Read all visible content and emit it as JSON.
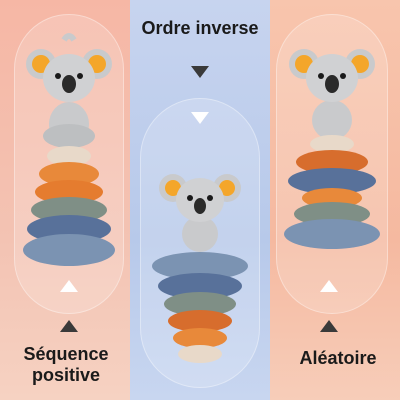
{
  "labels": {
    "top": "Ordre inverse",
    "left_line1": "Séquence",
    "left_line2": "positive",
    "right": "Aléatoire"
  },
  "colors": {
    "koala_grey": "#bfc0c2",
    "ear_inner": "#f4a62a",
    "ring_blue": "#6f8aa9",
    "ring_navy": "#58719a",
    "ring_sage": "#7f8f86",
    "ring_orange": "#e8893a",
    "ring_burnt": "#d76d2d",
    "ring_cream": "#e8d9c9"
  },
  "icons": [
    "koala-stacker-toy",
    "arrow-down-icon",
    "arrow-up-icon"
  ]
}
